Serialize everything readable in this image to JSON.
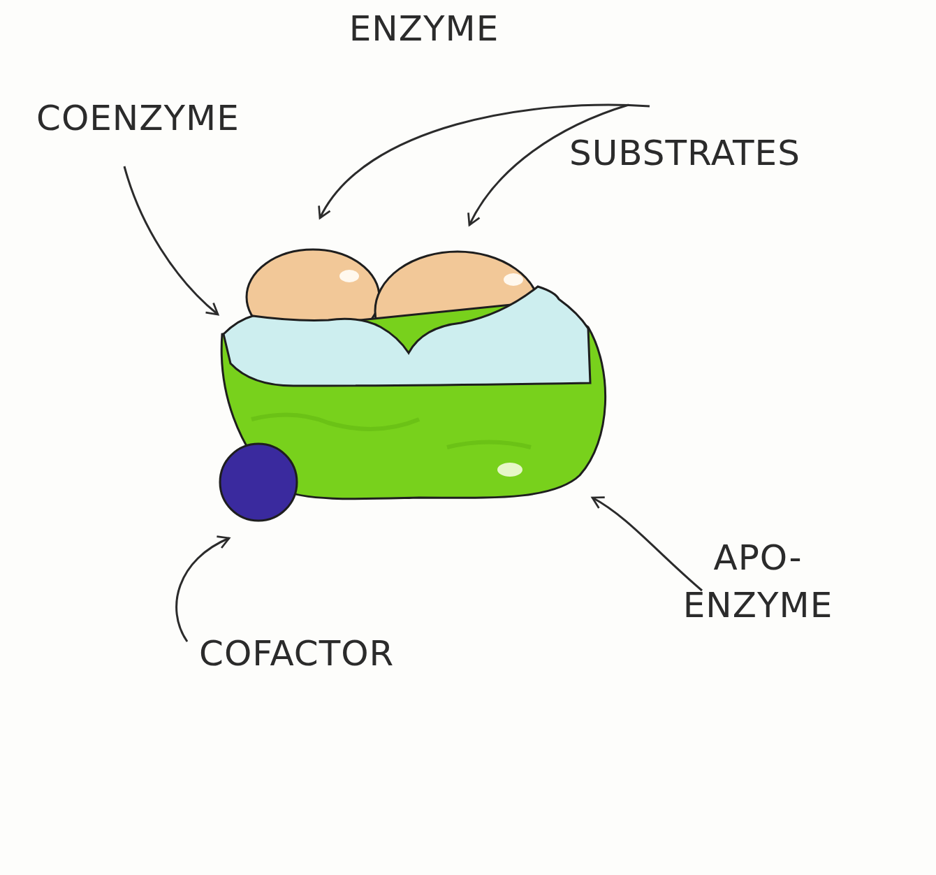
{
  "diagram": {
    "title": "ENZYME",
    "labels": [
      "COENZYME",
      "SUBSTRATES",
      "COFACTOR",
      "APO- ENZYME"
    ]
  }
}
